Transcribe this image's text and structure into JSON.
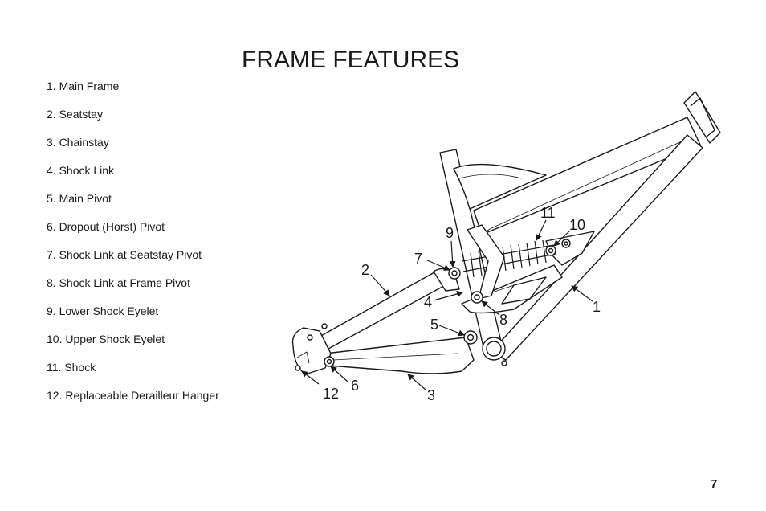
{
  "title": "FRAME FEATURES",
  "features": [
    "1. Main Frame",
    "2. Seatstay",
    "3. Chainstay",
    "4. Shock Link",
    "5. Main Pivot",
    "6. Dropout (Horst) Pivot",
    "7. Shock Link at Seatstay Pivot",
    "8. Shock Link at Frame Pivot",
    "9. Lower Shock Eyelet",
    "10. Upper Shock Eyelet",
    "11. Shock",
    "12. Replaceable Derailleur Hanger"
  ],
  "callouts": {
    "c1": "1",
    "c2": "2",
    "c3": "3",
    "c4": "4",
    "c5": "5",
    "c6": "6",
    "c7": "7",
    "c8": "8",
    "c9": "9",
    "c10": "10",
    "c11": "11",
    "c12": "12"
  },
  "page_number": "7"
}
